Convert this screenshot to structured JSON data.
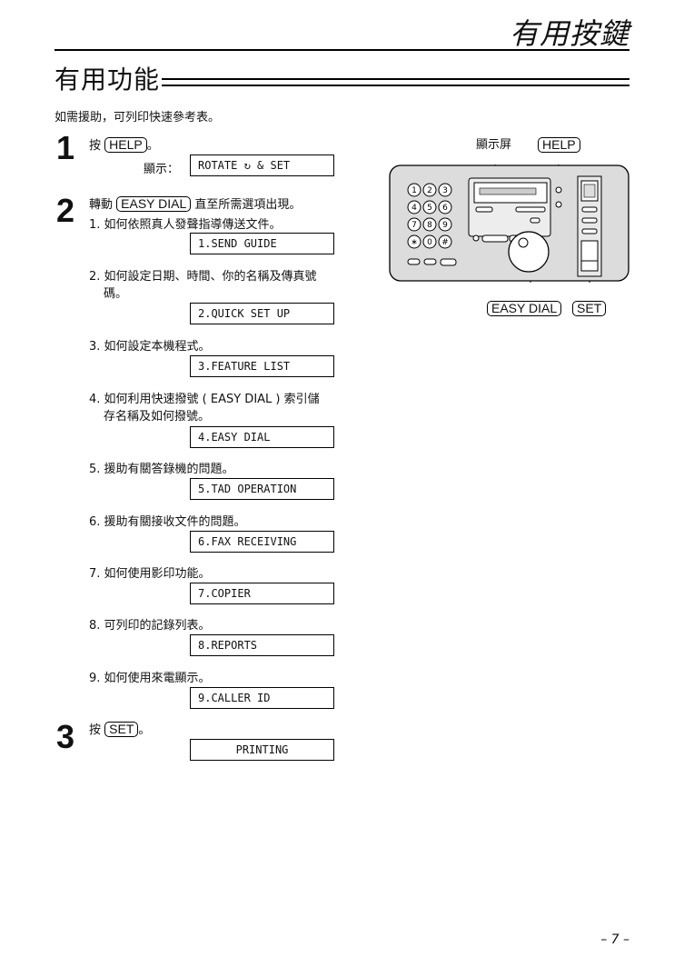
{
  "header": {
    "title": "有用按鍵"
  },
  "section": {
    "title": "有用功能"
  },
  "intro": "如需援助，可列印快速參考表。",
  "step1": {
    "number": "1",
    "prefix": "按",
    "key": "HELP",
    "suffix": "。",
    "display_label": "顯示：",
    "display_value": "ROTATE ↻ & SET"
  },
  "step2": {
    "number": "2",
    "prefix": "轉動",
    "key": "EASY DIAL",
    "suffix": "直至所需選項出現。",
    "items": [
      {
        "line1": "1. 如何依照真人發聲指導傳送文件。",
        "line2": "",
        "display": "1.SEND GUIDE"
      },
      {
        "line1": "2. 如何設定日期、時間、你的名稱及傳真號",
        "line2": "碼。",
        "display": "2.QUICK SET UP"
      },
      {
        "line1": "3. 如何設定本機程式。",
        "line2": "",
        "display": "3.FEATURE LIST"
      },
      {
        "line1": "4. 如何利用快速撥號 ( EASY DIAL ) 索引儲",
        "line2": "存名稱及如何撥號。",
        "display": "4.EASY DIAL"
      },
      {
        "line1": "5. 援助有關答錄機的問題。",
        "line2": "",
        "display": "5.TAD OPERATION"
      },
      {
        "line1": "6. 援助有關接收文件的問題。",
        "line2": "",
        "display": "6.FAX RECEIVING"
      },
      {
        "line1": "7. 如何使用影印功能。",
        "line2": "",
        "display": "7.COPIER"
      },
      {
        "line1": "8. 可列印的記錄列表。",
        "line2": "",
        "display": "8.REPORTS"
      },
      {
        "line1": "9. 如何使用來電顯示。",
        "line2": "",
        "display": "9.CALLER ID"
      }
    ]
  },
  "step3": {
    "number": "3",
    "prefix": "按",
    "key": "SET",
    "suffix": "。",
    "display": "PRINTING"
  },
  "device": {
    "label_display": "顯示屏",
    "label_help": "HELP",
    "label_easy_dial": "EASY DIAL",
    "label_set": "SET",
    "keypad": [
      "1",
      "2",
      "3",
      "4",
      "5",
      "6",
      "7",
      "8",
      "9",
      "∗",
      "0",
      "#"
    ]
  },
  "page_number": "– 7 –"
}
